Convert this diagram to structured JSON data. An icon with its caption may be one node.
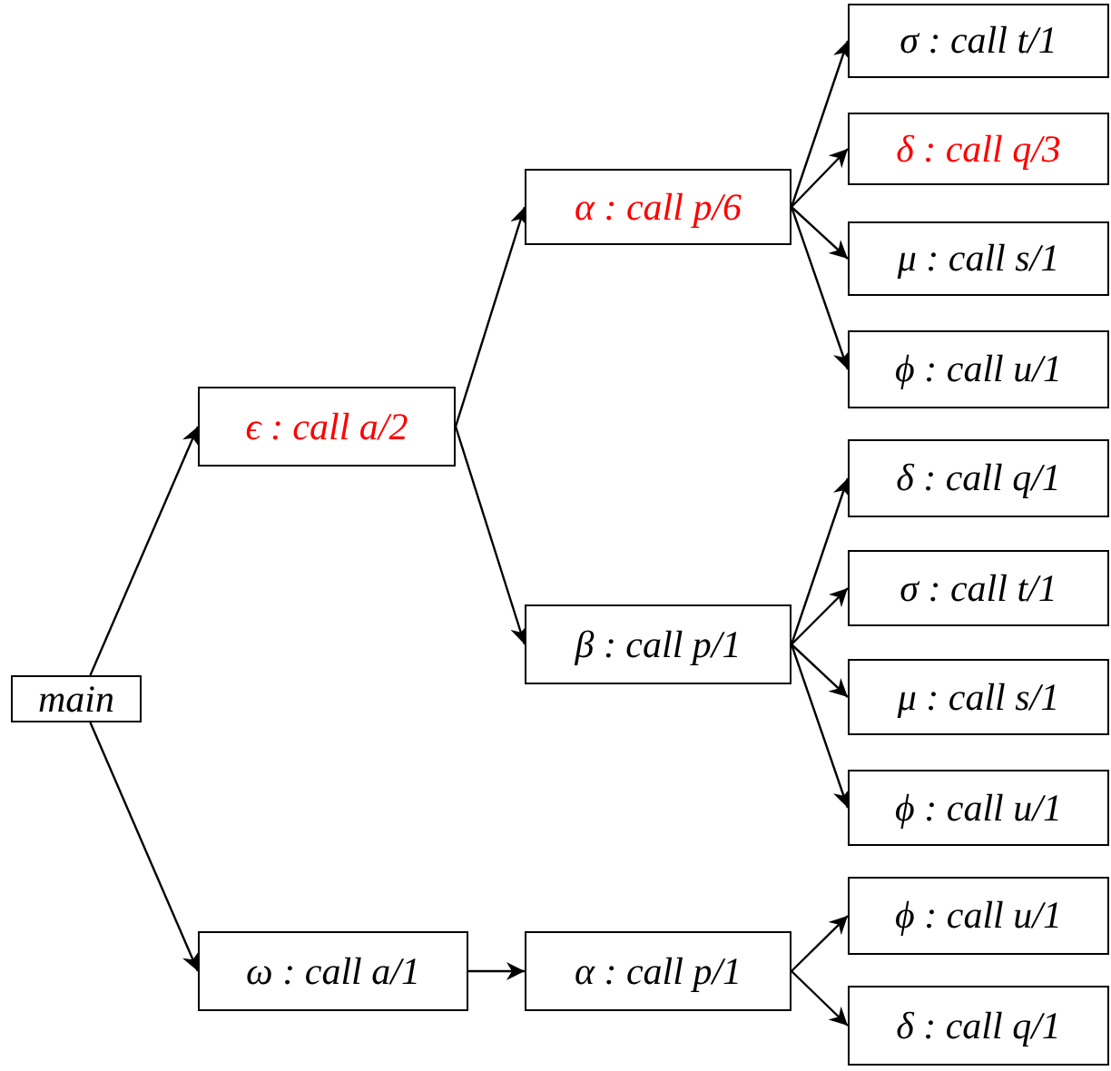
{
  "diagram": {
    "nodes": [
      {
        "text": [
          "main"
        ]
      },
      {
        "text": [
          "ϵ : call a/2"
        ]
      },
      {
        "text": [
          "α : call p/6"
        ]
      },
      {
        "text": [
          "σ : call t/1"
        ]
      },
      {
        "text": [
          "δ : call q/3"
        ]
      },
      {
        "text": [
          "μ : call s/1"
        ]
      },
      {
        "text": [
          "ϕ : call u/1"
        ]
      },
      {
        "text": [
          "β : call p/1"
        ]
      },
      {
        "text": [
          "δ : call q/1"
        ]
      },
      {
        "text": [
          "σ : call t/1"
        ]
      },
      {
        "text": [
          "μ : call s/1"
        ]
      },
      {
        "text": [
          "ϕ : call u/1"
        ]
      },
      {
        "text": [
          "ω : call a/1"
        ]
      },
      {
        "text": [
          "α : call p/1"
        ]
      },
      {
        "text": [
          "ϕ : call u/1"
        ]
      },
      {
        "text": [
          "δ : call q/1"
        ]
      }
    ],
    "edges": [
      {
        "from": 0,
        "to": 1,
        "arrow": "to"
      },
      {
        "from": 0,
        "to": 12,
        "arrow": "to"
      },
      {
        "from": 1,
        "to": 2,
        "arrow": "to"
      },
      {
        "from": 1,
        "to": 7,
        "arrow": "to"
      },
      {
        "from": 2,
        "to": 3,
        "arrow": "to"
      },
      {
        "from": 2,
        "to": 4,
        "arrow": "to"
      },
      {
        "from": 2,
        "to": 5,
        "arrow": "to"
      },
      {
        "from": 2,
        "to": 6,
        "arrow": "to"
      },
      {
        "from": 7,
        "to": 8,
        "arrow": "to"
      },
      {
        "from": 7,
        "to": 9,
        "arrow": "to"
      },
      {
        "from": 7,
        "to": 10,
        "arrow": "to"
      },
      {
        "from": 7,
        "to": 11,
        "arrow": "to"
      },
      {
        "from": 12,
        "to": 13,
        "arrow": "to"
      },
      {
        "from": 13,
        "to": 14,
        "arrow": "to"
      },
      {
        "from": 13,
        "to": 15,
        "arrow": "to"
      }
    ]
  }
}
